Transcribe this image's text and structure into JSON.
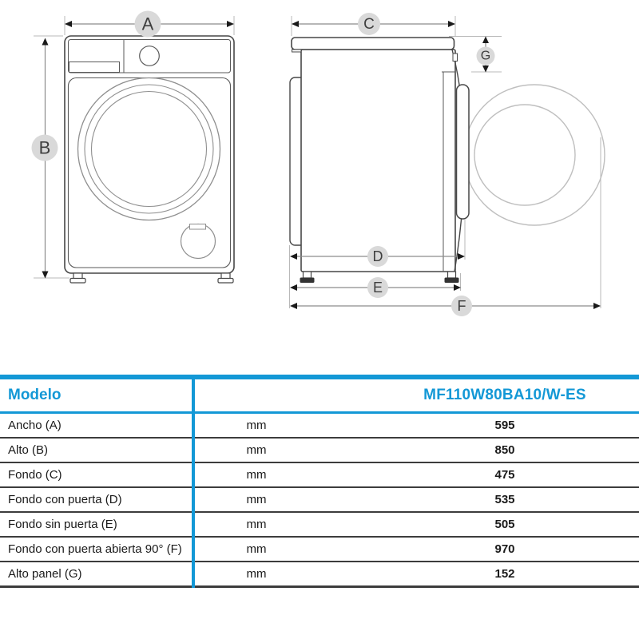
{
  "diagram": {
    "description": "washing machine dimension drawing, front view and side view",
    "labels": {
      "A": "A",
      "B": "B",
      "C": "C",
      "D": "D",
      "E": "E",
      "F": "F",
      "G": "G"
    }
  },
  "table": {
    "header": {
      "model_label": "Modelo",
      "model_value": "MF110W80BA10/W-ES"
    },
    "rows": [
      {
        "label": "Ancho (A)",
        "unit": "mm",
        "value": "595"
      },
      {
        "label": "Alto (B)",
        "unit": "mm",
        "value": "850"
      },
      {
        "label": "Fondo (C)",
        "unit": "mm",
        "value": "475"
      },
      {
        "label": "Fondo con puerta (D)",
        "unit": "mm",
        "value": "535"
      },
      {
        "label": "Fondo sin puerta (E)",
        "unit": "mm",
        "value": "505"
      },
      {
        "label": "Fondo con puerta abierta 90° (F)",
        "unit": "mm",
        "value": "970"
      },
      {
        "label": "Alto panel (G)",
        "unit": "mm",
        "value": "152"
      }
    ]
  },
  "colors": {
    "accent_blue": "#1398d6",
    "line_dark": "#3c3c3c"
  }
}
